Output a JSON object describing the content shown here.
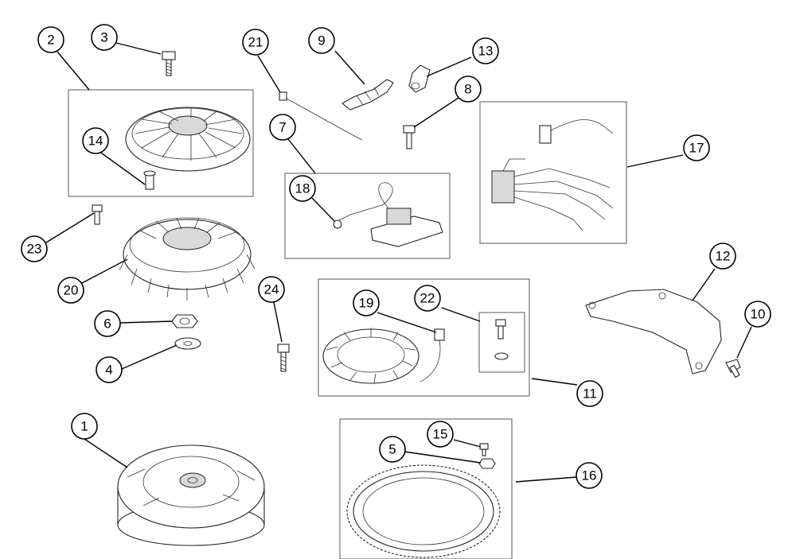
{
  "diagram": {
    "callouts": [
      {
        "num": "1"
      },
      {
        "num": "2"
      },
      {
        "num": "3"
      },
      {
        "num": "4"
      },
      {
        "num": "5"
      },
      {
        "num": "6"
      },
      {
        "num": "7"
      },
      {
        "num": "8"
      },
      {
        "num": "9"
      },
      {
        "num": "10"
      },
      {
        "num": "11"
      },
      {
        "num": "12"
      },
      {
        "num": "13"
      },
      {
        "num": "14"
      },
      {
        "num": "15"
      },
      {
        "num": "16"
      },
      {
        "num": "17"
      },
      {
        "num": "18"
      },
      {
        "num": "19"
      },
      {
        "num": "20"
      },
      {
        "num": "21"
      },
      {
        "num": "22"
      },
      {
        "num": "23"
      },
      {
        "num": "24"
      }
    ],
    "parts": [
      "flywheel",
      "rewind-cover-screen",
      "bolt",
      "washer",
      "nut",
      "nut",
      "ignition-armature",
      "bolt",
      "spark-plug",
      "bolt",
      "alternator-kit",
      "bracket",
      "spark-plug-boot",
      "screw",
      "screw",
      "ring-gear",
      "wiring-harness",
      "spark-plug-wire",
      "alternator-stator",
      "fan",
      "tie-strap",
      "stator-hardware",
      "screw",
      "bolt"
    ]
  }
}
